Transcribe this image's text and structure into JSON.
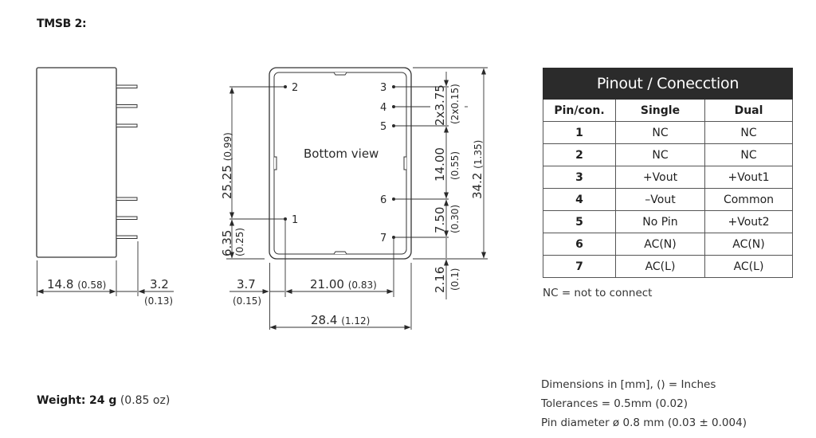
{
  "title": "TMSB 2:",
  "side_view": {
    "width_dim": {
      "mm": "14.8",
      "in": "(0.58)"
    },
    "pin_len_dim": {
      "mm": "3.2",
      "in": "(0.13)"
    },
    "pin_count": 6
  },
  "bottom_view": {
    "label": "Bottom view",
    "pins": [
      {
        "num": "1",
        "side": "left"
      },
      {
        "num": "2",
        "side": "left"
      },
      {
        "num": "3",
        "side": "right"
      },
      {
        "num": "4",
        "side": "right"
      },
      {
        "num": "5",
        "side": "right"
      },
      {
        "num": "6",
        "side": "right"
      },
      {
        "num": "7",
        "side": "right"
      }
    ],
    "dims": {
      "left_upper": {
        "mm": "25.25",
        "in": "(0.99)"
      },
      "left_lower": {
        "mm": "6.35",
        "in": "(0.25)"
      },
      "offset_left": {
        "mm": "3.7",
        "in": "(0.15)"
      },
      "pin_span": {
        "mm": "21.00",
        "in": "(0.83)"
      },
      "total_width": {
        "mm": "28.4",
        "in": "(1.12)"
      },
      "pitch_345": {
        "mm": "2x3.75",
        "in": "(2x0.15)"
      },
      "span_5_6": {
        "mm": "14.00",
        "in": "(0.55)"
      },
      "span_6_7": {
        "mm": "7.50",
        "in": "(0.30)"
      },
      "bottom_offset": {
        "mm": "2.16",
        "in": "(0.1)"
      },
      "total_height": {
        "mm": "34.2",
        "in": "(1.35)"
      }
    }
  },
  "pinout_table": {
    "caption": "Pinout / Conecction",
    "headers": [
      "Pin/con.",
      "Single",
      "Dual"
    ],
    "rows": [
      [
        "1",
        "NC",
        "NC"
      ],
      [
        "2",
        "NC",
        "NC"
      ],
      [
        "3",
        "+Vout",
        "+Vout1"
      ],
      [
        "4",
        "–Vout",
        "Common"
      ],
      [
        "5",
        "No Pin",
        "+Vout2"
      ],
      [
        "6",
        "AC(N)",
        "AC(N)"
      ],
      [
        "7",
        "AC(L)",
        "AC(L)"
      ]
    ],
    "footnote": "NC = not to connect"
  },
  "notes": [
    "Dimensions in [mm], () = Inches",
    "Tolerances = 0.5mm (0.02)",
    "Pin diameter ø 0.8 mm (0.03 ± 0.004)"
  ],
  "weight": {
    "label": "Weight:",
    "value": "24 g",
    "alt": "(0.85 oz)"
  }
}
